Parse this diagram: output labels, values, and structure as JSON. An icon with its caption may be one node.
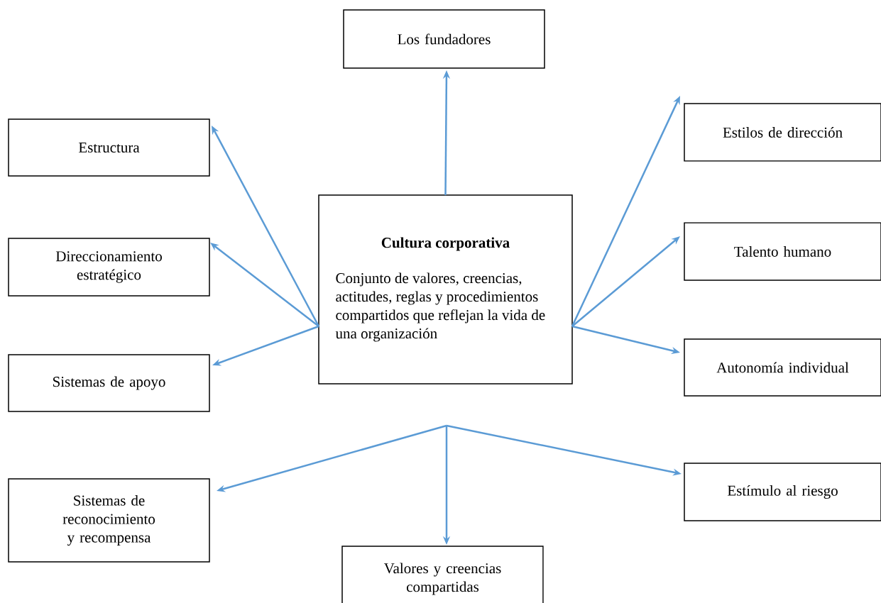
{
  "diagram": {
    "nodes": [
      {
        "text": [
          "Los fundadores"
        ]
      },
      {
        "text": [
          "Estructura"
        ]
      },
      {
        "text": [
          "Direccionamiento estratégico"
        ]
      },
      {
        "text": [
          "Sistemas de apoyo"
        ]
      },
      {
        "text": [
          "Cultura corporativa",
          "Conjunto de valores, creencias, actitudes, reglas y procedimientos compartidos que reflejan la vida de una organización"
        ]
      },
      {
        "text": [
          "Estilos de dirección"
        ]
      },
      {
        "text": [
          "Talento humano"
        ]
      },
      {
        "text": [
          "Autonomía individual"
        ]
      },
      {
        "text": [
          "Sistemas de reconocimiento y recompensa"
        ]
      },
      {
        "text": [
          "Valores y creencias compartidas"
        ]
      },
      {
        "text": [
          "Estímulo al riesgo"
        ]
      }
    ],
    "edges": [
      {
        "from": 4,
        "to": 0,
        "arrow": "to"
      },
      {
        "from": 4,
        "to": 1,
        "arrow": "to"
      },
      {
        "from": 4,
        "to": 2,
        "arrow": "to"
      },
      {
        "from": 4,
        "to": 3,
        "arrow": "to"
      },
      {
        "from": 4,
        "to": 5,
        "arrow": "to"
      },
      {
        "from": 4,
        "to": 6,
        "arrow": "to"
      },
      {
        "from": 4,
        "to": 7,
        "arrow": "to"
      },
      {
        "from": null,
        "to": 8,
        "arrow": "to"
      },
      {
        "from": null,
        "to": 9,
        "arrow": "to"
      },
      {
        "from": null,
        "to": 10,
        "arrow": "to"
      }
    ]
  }
}
